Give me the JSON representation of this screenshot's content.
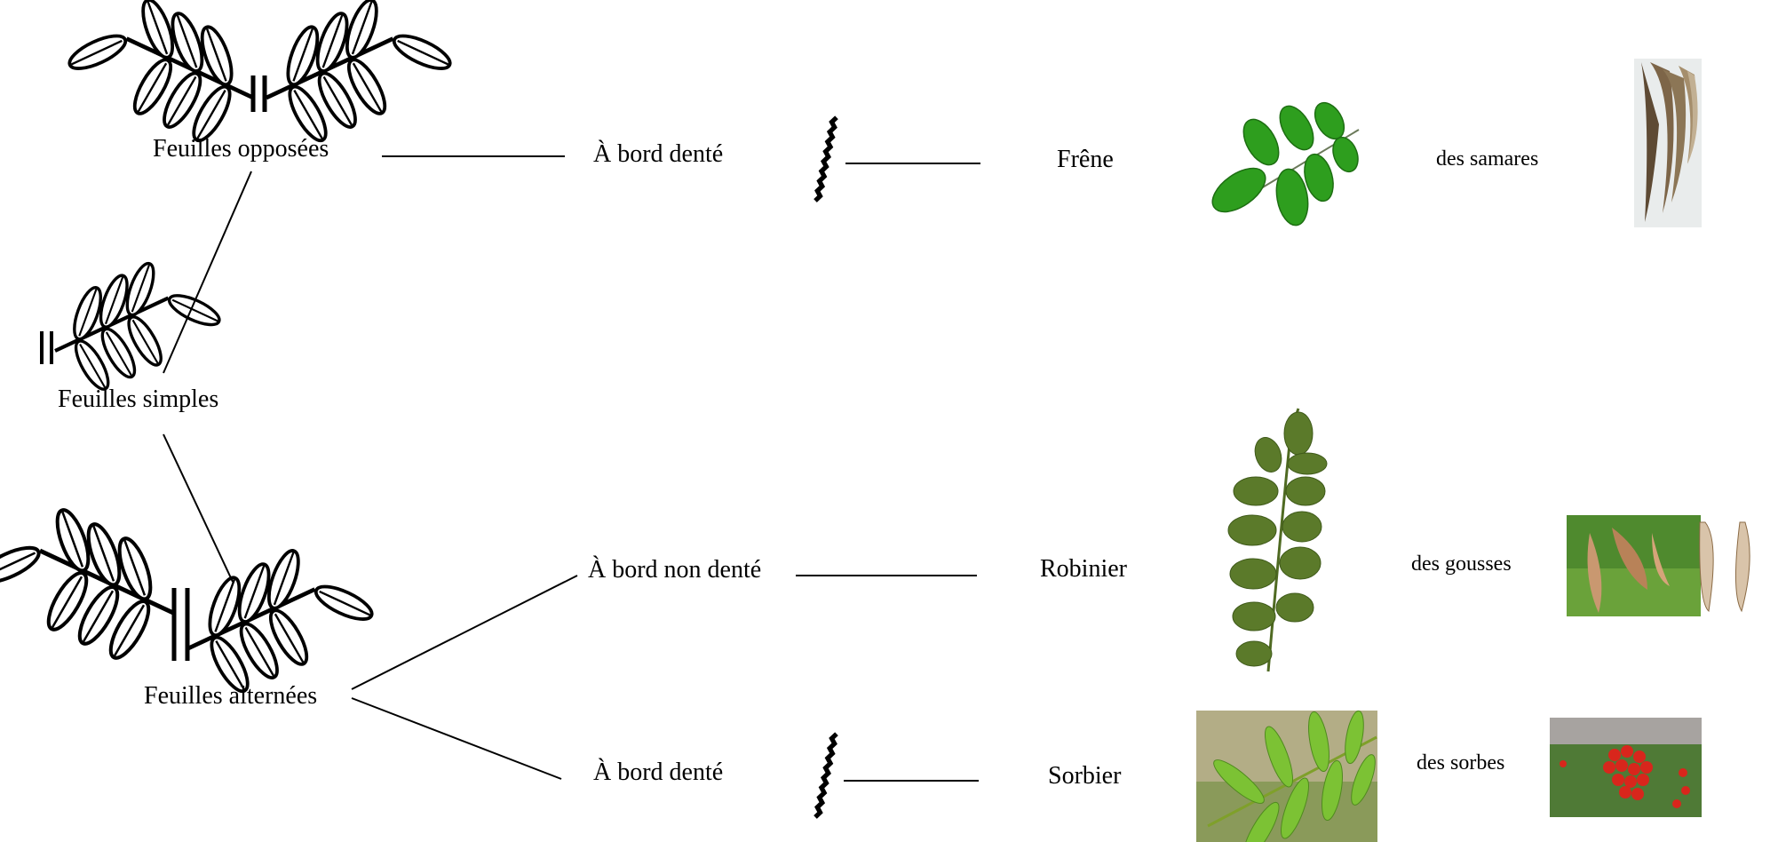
{
  "diagram": {
    "leaf_types": {
      "opposees": "Feuilles opposées",
      "simples": "Feuilles simples",
      "alternees": "Feuilles alternées"
    },
    "edges": {
      "dente_1": "À bord denté",
      "non_dente": "À bord non denté",
      "dente_2": "À bord denté"
    },
    "trees": {
      "frene": "Frêne",
      "robinier": "Robinier",
      "sorbier": "Sorbier"
    },
    "fruits": {
      "samares": "des samares",
      "gousses": "des gousses",
      "sorbes": "des sorbes"
    },
    "colors": {
      "line": "#000000",
      "leaf_green": "#2e9e1e",
      "leaf_dark": "#5b7a2a",
      "fruit_brown": "#8a6a44",
      "berry_red": "#d8261c"
    },
    "icons": [
      "opposite-leaves-icon",
      "simple-leaves-icon",
      "alternate-leaves-icon",
      "toothed-edge-icon"
    ]
  }
}
